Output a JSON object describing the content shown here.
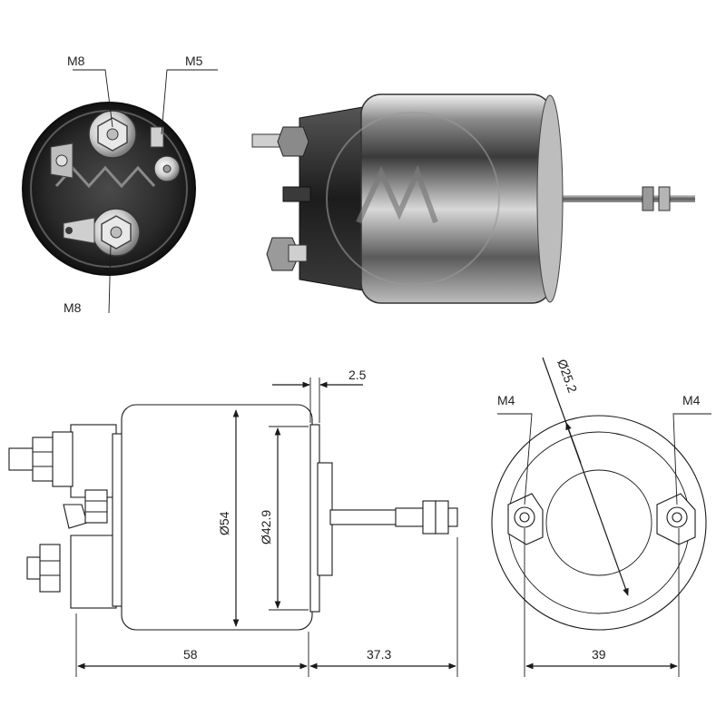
{
  "photo_front": {
    "label_top_left": "M8",
    "label_top_right": "M5",
    "label_bottom": "M8"
  },
  "drawing_side": {
    "dim_body_diameter": "Ø54",
    "dim_inner_diameter": "Ø42.9",
    "dim_flange": "2.5",
    "dim_body_length": "58",
    "dim_shaft_length": "37.3"
  },
  "drawing_end": {
    "dim_bore": "Ø25.2",
    "label_left_stud": "M4",
    "label_right_stud": "M4",
    "dim_stud_spacing": "39"
  },
  "colors": {
    "line": "#1a1a1a",
    "metal_light": "#d9d9d9",
    "metal_dark": "#3a3a3a",
    "cap_black": "#1c1c1c",
    "watermark": "#9a9a9a"
  }
}
